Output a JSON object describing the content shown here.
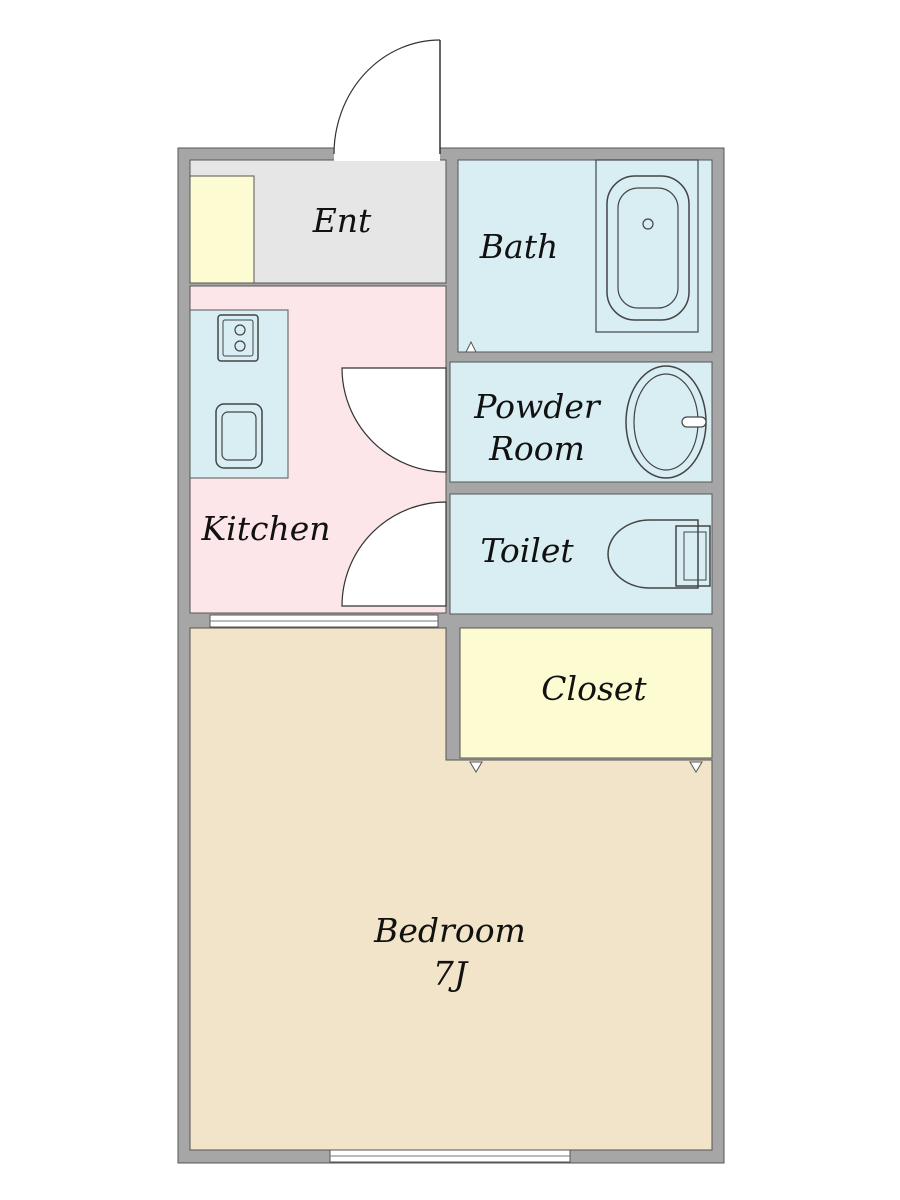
{
  "rooms": {
    "ent": {
      "label": "Ent"
    },
    "bath": {
      "label": "Bath"
    },
    "powder_room": {
      "line1": "Powder",
      "line2": "Room"
    },
    "toilet": {
      "label": "Toilet"
    },
    "kitchen": {
      "label": "Kitchen"
    },
    "closet": {
      "label": "Closet"
    },
    "bedroom": {
      "label": "Bedroom",
      "size": "7J"
    }
  },
  "colors": {
    "wall": "#a6a6a6",
    "entrance": "#e6e6e6",
    "kitchen": "#fde6e9",
    "wet_area": "#d9eef3",
    "storage": "#fdfbd2",
    "bedroom": "#f1e4c8"
  }
}
